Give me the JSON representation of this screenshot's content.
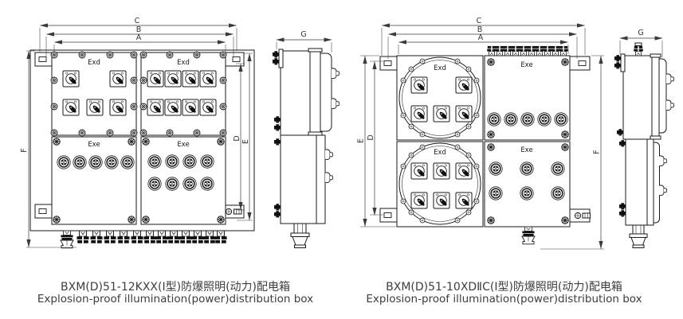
{
  "page": {
    "background_color": "#ffffff",
    "line_color": "#1a1a1a",
    "caption_color": "#3d3d3d"
  },
  "fig1": {
    "model_caption_cn": "BXM(D)51-12KXX(I型)防爆照明(动力)配电箱",
    "model_caption_en": "Explosion-proof illumination(power)distribution box",
    "panel_labels": {
      "top_left": "Exd",
      "top_right": "Exd",
      "bottom_left": "Exe",
      "bottom_right": "Exe"
    },
    "dims": {
      "a": "A",
      "b": "B",
      "c": "C",
      "d": "D",
      "e": "E",
      "f": "F",
      "g": "G"
    },
    "components": {
      "rotary_switches": 13,
      "push_buttons": 13,
      "bottom_cable_glands": 12,
      "breather_valves": 1
    }
  },
  "fig2": {
    "model_caption_cn": "BXM(D)51-10XDⅡC(I型)防爆照明(动力)配电箱",
    "model_caption_en": "Explosion-proof illumination(power)distribution box",
    "panel_labels": {
      "top_left": "Exd",
      "top_right": "Exe",
      "bottom_left": "Exd",
      "bottom_right": "Exe"
    },
    "dims": {
      "a": "A",
      "b": "B",
      "c": "C",
      "d": "D",
      "e": "E",
      "f": "F",
      "g": "G"
    },
    "components": {
      "rotary_switches": 11,
      "push_buttons": 11,
      "top_cable_glands": 10,
      "breather_valves": 1
    }
  }
}
